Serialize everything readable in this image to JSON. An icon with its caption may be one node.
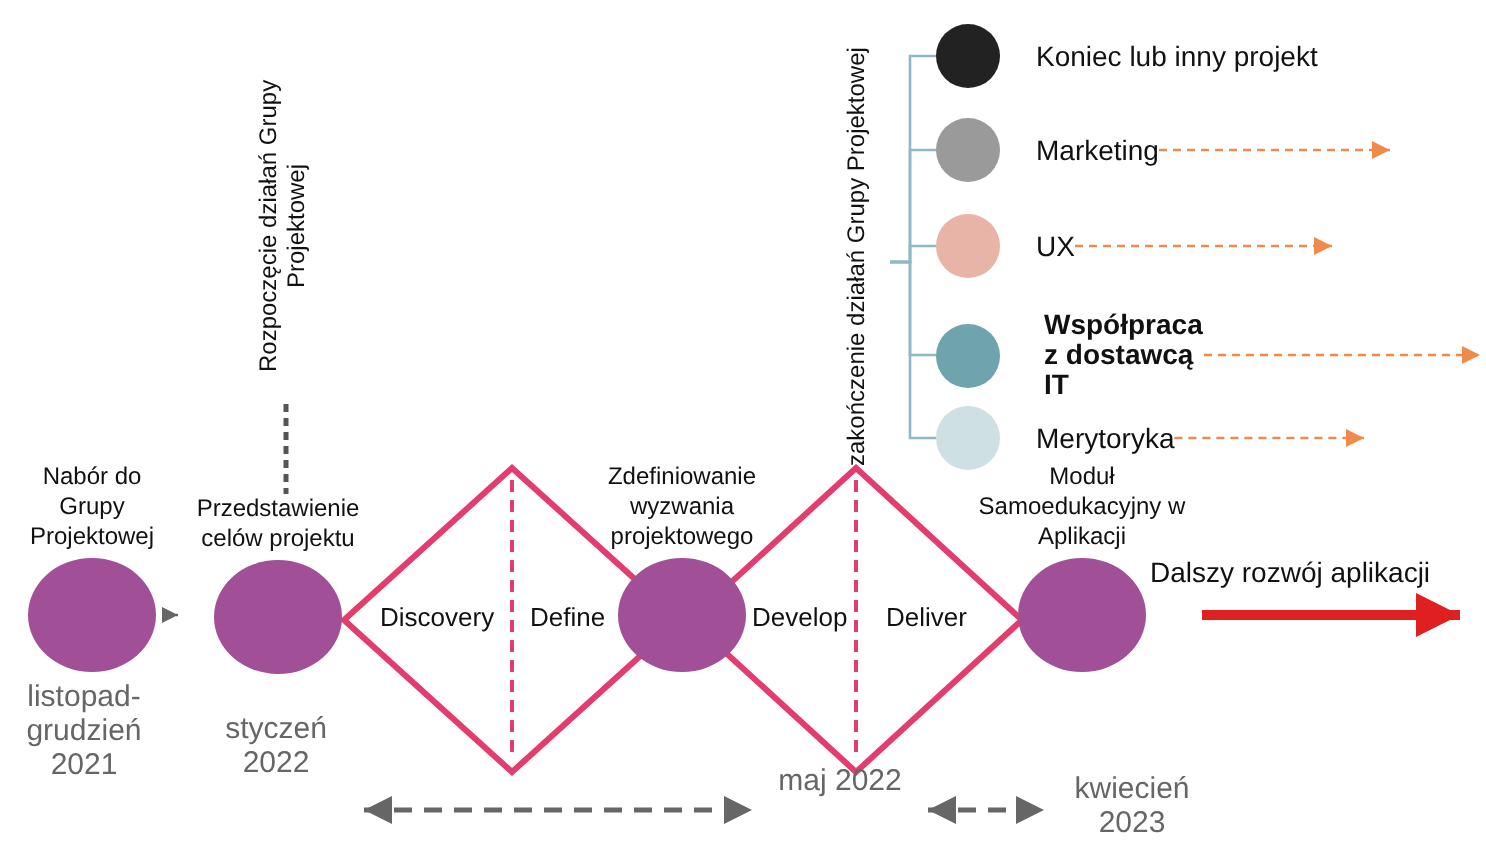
{
  "diagram": {
    "nodes": [
      {
        "text": [
          "Nabór do Grupy Projektowej"
        ]
      },
      {
        "text": [
          "Przedstawienie celów projektu"
        ]
      },
      {
        "text": [
          "Zdefiniowanie wyzwania projektowego"
        ]
      },
      {
        "text": [
          "Moduł Samoedukacyjny w Aplikacji"
        ]
      },
      {
        "text": [
          "Discovery",
          "Define"
        ]
      },
      {
        "text": [
          "Develop",
          "Deliver"
        ]
      },
      {
        "text": [
          "Koniec lub inny projekt"
        ]
      },
      {
        "text": [
          "Marketing"
        ]
      },
      {
        "text": [
          "UX"
        ]
      },
      {
        "text": [
          "Współpraca z dostawcą IT"
        ]
      },
      {
        "text": [
          "Merytoryka"
        ]
      },
      {
        "text": [
          "Rozpoczęcie działań Grupy Projektowej"
        ]
      },
      {
        "text": [
          "listopad-grudzień 2021"
        ]
      },
      {
        "text": [
          "styczeń 2022"
        ]
      },
      {
        "text": [
          "maj 2022"
        ]
      },
      {
        "text": [
          "kwiecień 2023"
        ]
      }
    ],
    "edges": [
      {
        "from": 0,
        "to": 1,
        "arrow": "to",
        "color": "#666666"
      },
      {
        "from": 11,
        "to": 1,
        "arrow": "none",
        "style": "dashed",
        "color": "#555555"
      },
      {
        "from": null,
        "to": 6,
        "arrow": "none",
        "color": "#8fb8c4"
      },
      {
        "from": null,
        "to": 7,
        "arrow": "none",
        "color": "#8fb8c4"
      },
      {
        "from": null,
        "to": 8,
        "arrow": "none",
        "color": "#8fb8c4"
      },
      {
        "from": null,
        "to": 9,
        "arrow": "none",
        "color": "#8fb8c4"
      },
      {
        "from": null,
        "to": 10,
        "arrow": "none",
        "color": "#8fb8c4"
      },
      {
        "from": 7,
        "to": null,
        "arrow": "to",
        "style": "dashed",
        "color": "#f08a4b"
      },
      {
        "from": 8,
        "to": null,
        "arrow": "to",
        "style": "dashed",
        "color": "#f08a4b"
      },
      {
        "from": 9,
        "to": null,
        "arrow": "to",
        "style": "dashed",
        "color": "#f08a4b"
      },
      {
        "from": 10,
        "to": null,
        "arrow": "to",
        "style": "dashed",
        "color": "#f08a4b"
      },
      {
        "from": 3,
        "to": null,
        "arrow": "to",
        "style": "thick",
        "color": "#e02020",
        "label": "Dalszy rozwój aplikacji"
      },
      {
        "from": 13,
        "to": 14,
        "arrow": "both",
        "style": "dashed",
        "color": "#666666"
      },
      {
        "from": 14,
        "to": 15,
        "arrow": "both",
        "style": "dashed",
        "color": "#666666"
      }
    ],
    "labels": [
      "zakończenie działań Grupy Projektowej"
    ]
  }
}
